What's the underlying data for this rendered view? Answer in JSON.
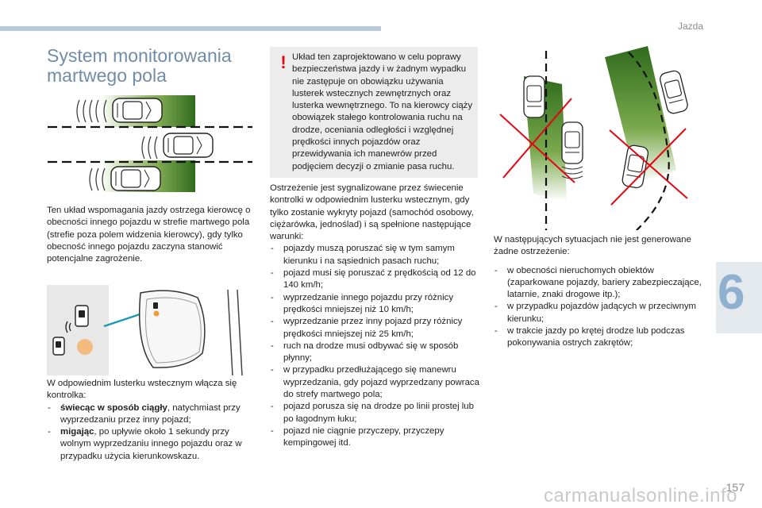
{
  "header": {
    "section": "Jazda"
  },
  "chapter": {
    "number": "6"
  },
  "title_line1": "System monitorowania",
  "title_line2": "martwego pola",
  "intro": "Ten układ wspomagania jazdy ostrzega kierowcę o obecności innego pojazdu w strefie martwego pola (strefie poza polem widzenia kierowcy), gdy tylko obecność innego pojazdu zaczyna stanowić potencjalne zagrożenie.",
  "warning": {
    "mark": "!",
    "text": "Układ ten zaprojektowano w celu poprawy bezpieczeństwa jazdy i w żadnym wypadku nie zastępuje on obowiązku używania lusterek wstecznych zewnętrznych oraz lusterka wewnętrznego. To na kierowcy ciąży obowiązek stałego kontrolowania ruchu na drodze, oceniania odległości i względnej prędkości innych pojazdów oraz przewidywania ich manewrów przed podjęciem decyzji o zmianie pasa ruchu."
  },
  "mirror_text": {
    "intro": "W odpowiednim lusterku wstecznym włącza się kontrolka:",
    "item1_bold": "świecąc w sposób ciągły",
    "item1_rest": ", natychmiast przy wyprzedzaniu przez inny pojazd;",
    "item2_bold": "migając",
    "item2_rest": ", po upływie około 1 sekundy przy wolnym wyprzedzaniu innego pojazdu oraz w przypadku użycia kierunkowskazu."
  },
  "conditions": {
    "intro": "Ostrzeżenie jest sygnalizowane przez świecenie kontrolki w odpowiednim lusterku wstecznym, gdy tylko zostanie wykryty pojazd (samochód osobowy, ciężarówka, jednoślad) i są spełnione następujące warunki:",
    "items": [
      "pojazdy muszą poruszać się w tym samym kierunku i na sąsiednich pasach ruchu;",
      "pojazd musi się poruszać z prędkością od 12 do 140 km/h;",
      "wyprzedzanie innego pojazdu przy różnicy prędkości mniejszej niż 10 km/h;",
      "wyprzedzanie przez inny pojazd przy różnicy prędkości mniejszej niż 25 km/h;",
      "ruch na drodze musi odbywać się w sposób płynny;",
      "w przypadku przedłużającego się manewru wyprzedzania, gdy pojazd wyprzedzany powraca do strefy martwego pola;",
      "pojazd porusza się na drodze po linii prostej lub po łagodnym łuku;",
      "pojazd nie ciągnie przyczepy, przyczepy kempingowej itd."
    ]
  },
  "no_warning": {
    "intro": "W następujących sytuacjach nie jest generowane żadne ostrzeżenie:",
    "items": [
      "w obecności nieruchomych obiektów (zaparkowane pojazdy, bariery zabezpieczające, latarnie, znaki drogowe itp.);",
      "w przypadku pojazdów jadących w przeciwnym kierunku;",
      "w trakcie jazdy po krętej drodze lub podczas pokonywania ostrych zakrętów;"
    ]
  },
  "footer": {
    "page": "157",
    "watermark": "carmanualsonline.info"
  },
  "colors": {
    "accent": "#6f8ca8",
    "zone_green": "#4f8a2e",
    "warning_red": "#e30613"
  }
}
